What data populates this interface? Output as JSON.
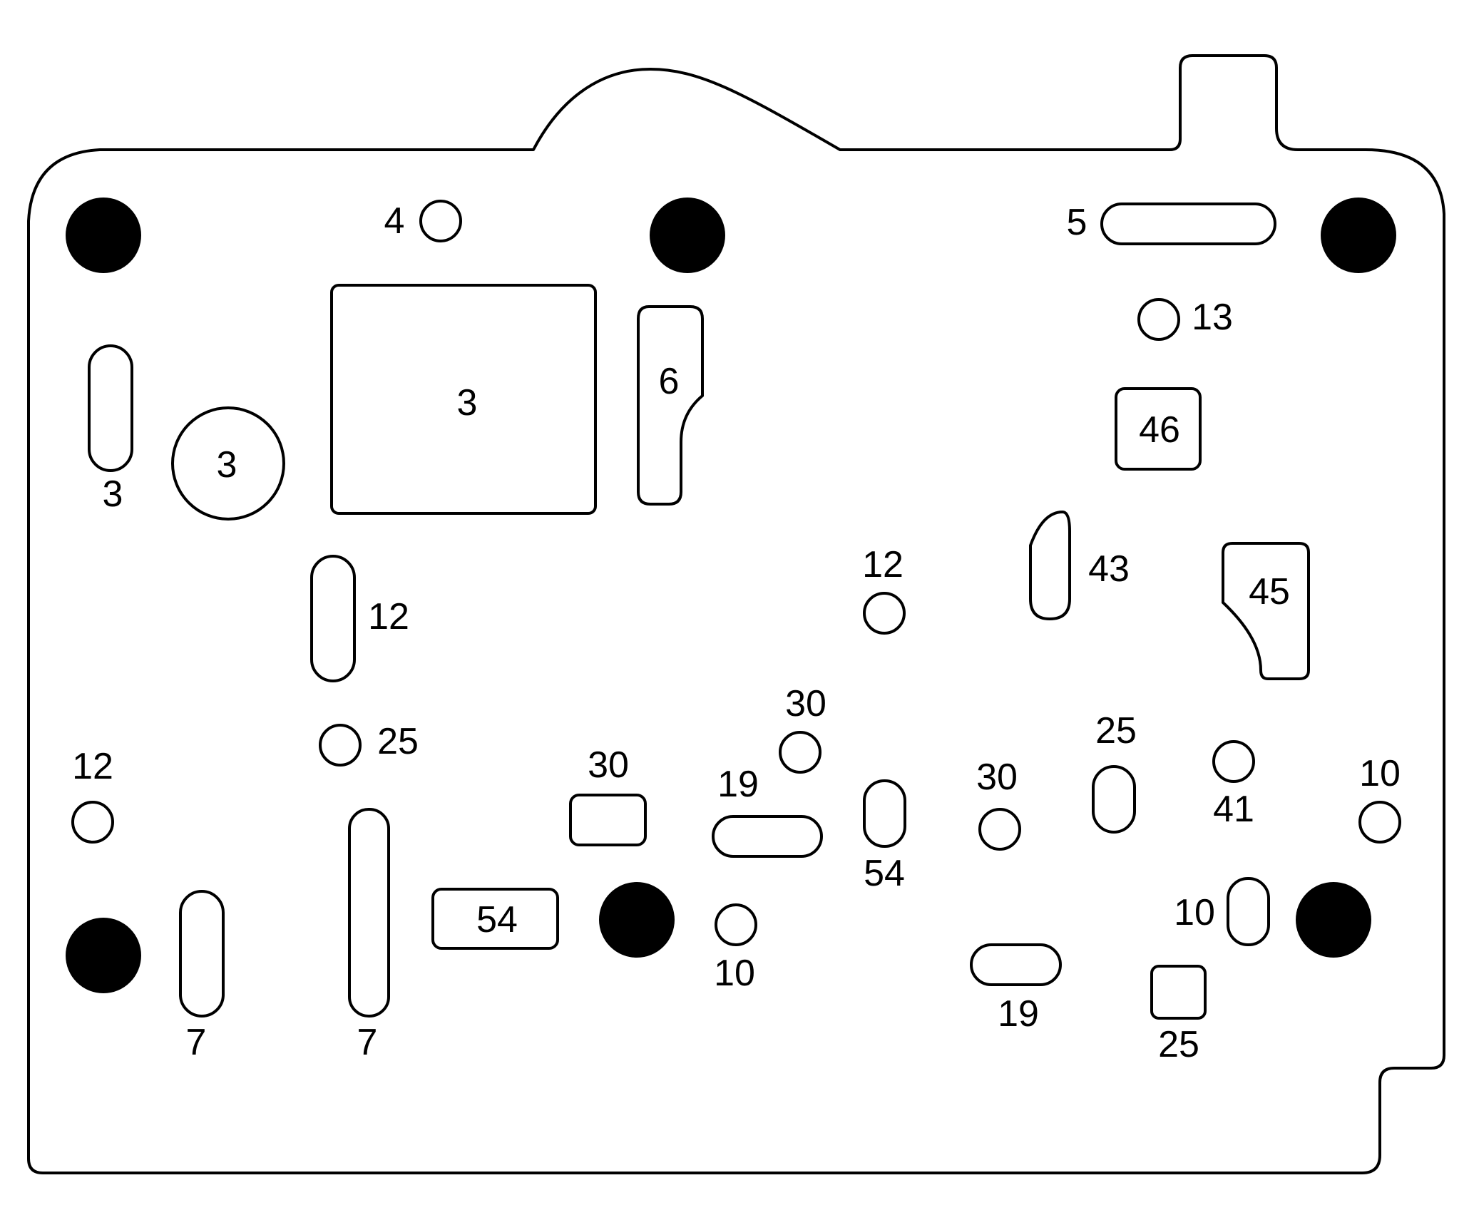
{
  "diagram": {
    "colors": {
      "ink": "#000000",
      "paper": "#ffffff"
    },
    "labels": {
      "hole_4": "4",
      "hole_5": "5",
      "hole_13": "13",
      "hole_46": "46",
      "slot_3": "3",
      "circle_3": "3",
      "square_3": "3",
      "slot_6": "6",
      "slot_12_left": "12",
      "hole_12_center": "12",
      "slot_43": "43",
      "hole_45": "45",
      "hole_25_left": "25",
      "hole_30_top": "30",
      "hole_30_left": "30",
      "slot_19_top": "19",
      "slot_54_center": "54",
      "hole_30_right": "30",
      "slot_25_right": "25",
      "hole_41": "41",
      "hole_10_right": "10",
      "hole_12_left": "12",
      "slot_7_left": "7",
      "slot_7_long": "7",
      "hole_54_left": "54",
      "hole_10_center": "10",
      "slot_10_right": "10",
      "slot_19_bottom": "19",
      "hole_25_bottom": "25"
    }
  }
}
